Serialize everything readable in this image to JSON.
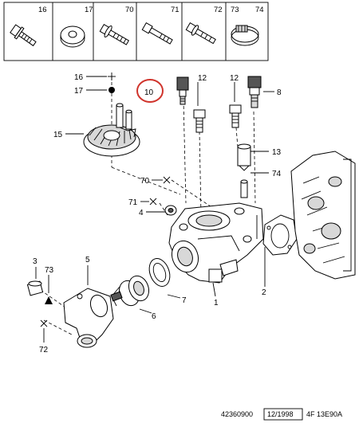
{
  "header_cells": [
    "16",
    "17",
    "70",
    "71",
    "72",
    "73",
    "74"
  ],
  "callouts": [
    "16",
    "17",
    "15",
    "10",
    "12",
    "12",
    "8",
    "13",
    "74",
    "70",
    "71",
    "4",
    "3",
    "73",
    "5",
    "6",
    "7",
    "1",
    "2",
    "72"
  ],
  "footer": {
    "ref": "42360900",
    "date": "12/1998",
    "code": "4F 13E90A"
  },
  "highlight_color": "#d0342c"
}
